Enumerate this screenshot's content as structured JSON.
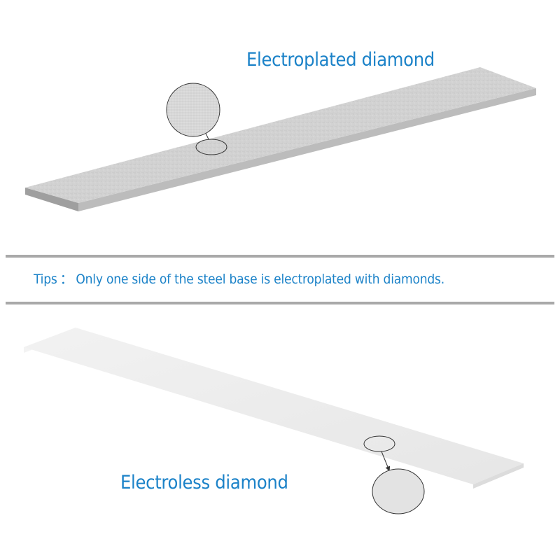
{
  "labels": {
    "electroplated": "Electroplated diamond",
    "electroless": "Electroless diamond"
  },
  "tips": {
    "prefix": "Tips",
    "separator": "：",
    "text": "Only one side of the steel base is electroplated with diamonds."
  },
  "colors": {
    "label_blue": "#1b82c8",
    "divider_gray": "#a9a9a9",
    "strip_top_face": "#d3d3d3",
    "strip_bottom_face": "#ececec"
  }
}
